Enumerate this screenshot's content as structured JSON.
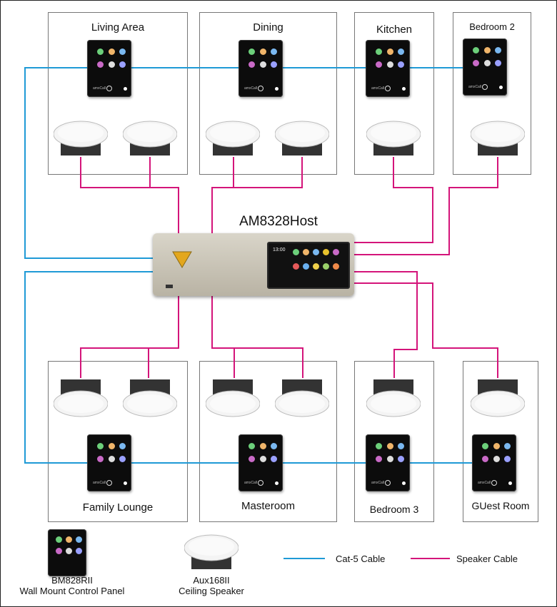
{
  "host": {
    "title": "AM8328Host"
  },
  "rooms": [
    {
      "name": "Living Area"
    },
    {
      "name": "Dining"
    },
    {
      "name": "Kitchen"
    },
    {
      "name": "Bedroom 2"
    },
    {
      "name": "Family Lounge"
    },
    {
      "name": "Masteroom"
    },
    {
      "name": "Bedroom 3"
    },
    {
      "name": "GUest Room"
    }
  ],
  "legend": {
    "cat5": {
      "label": "Cat-5 Cable",
      "color": "#1f9ad6"
    },
    "speaker": {
      "label": "Speaker Cable",
      "color": "#d4147a"
    }
  },
  "products": {
    "panel": {
      "model": "BM828RII",
      "desc": "Wall Mount Control Panel"
    },
    "speaker": {
      "model": "Aux168II",
      "desc": "Ceiling Speaker"
    }
  },
  "host_screen": {
    "time": "13:00"
  }
}
